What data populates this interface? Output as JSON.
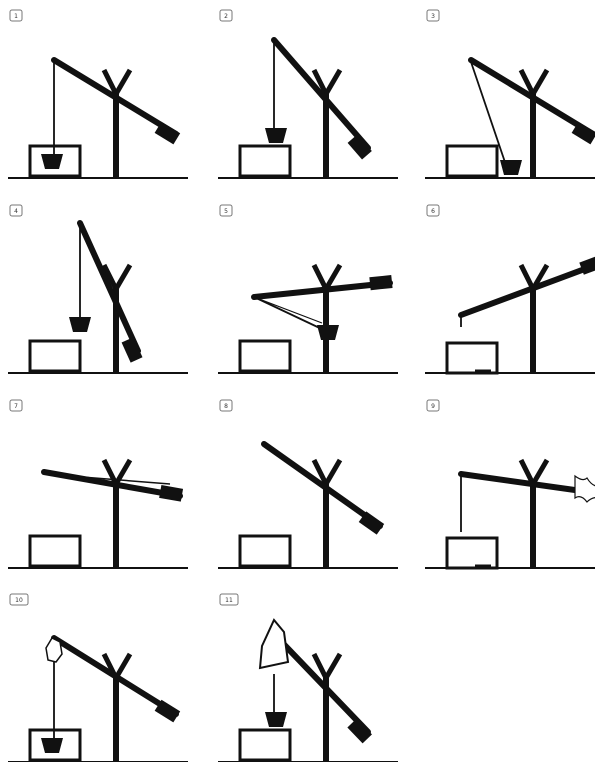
{
  "figure": {
    "panel_labels": [
      "1",
      "2",
      "3",
      "4",
      "5",
      "6",
      "7",
      "8",
      "9",
      "10",
      "11"
    ],
    "colors": {
      "ink": "#111111",
      "background": "#ffffff",
      "badge_border": "#777777"
    }
  }
}
